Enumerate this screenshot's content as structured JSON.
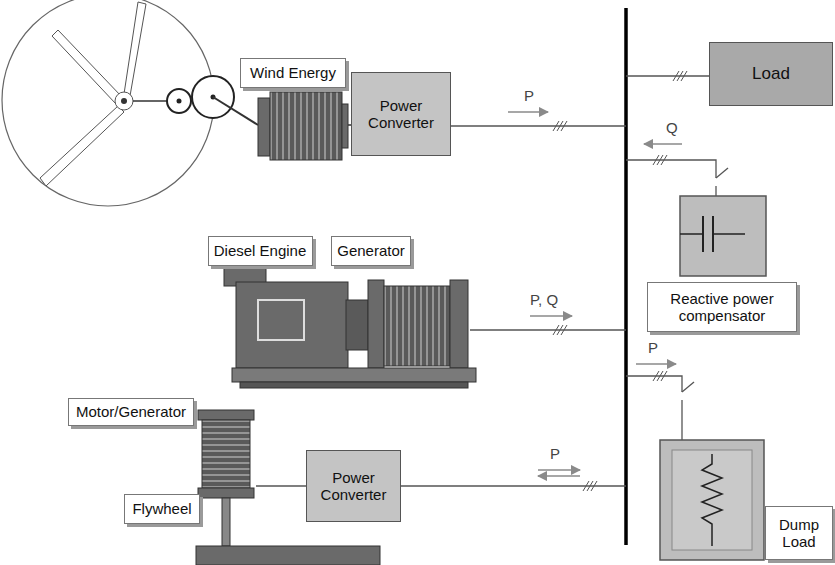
{
  "diagram": {
    "nodes": [
      {
        "text": [
          "Wind Energy"
        ]
      },
      {
        "text": [
          "Power Converter"
        ]
      },
      {
        "text": [
          "Load"
        ]
      },
      {
        "text": [
          "Reactive power compensator"
        ]
      },
      {
        "text": [
          "Diesel Engine"
        ]
      },
      {
        "text": [
          "Generator"
        ]
      },
      {
        "text": [
          "Motor/Generator"
        ]
      },
      {
        "text": [
          "Power Converter"
        ]
      },
      {
        "text": [
          "Dump Load"
        ]
      },
      {
        "text": [
          "Flywheel"
        ]
      }
    ],
    "labels": [
      "P",
      "Q",
      "P, Q",
      "P",
      "P"
    ]
  }
}
